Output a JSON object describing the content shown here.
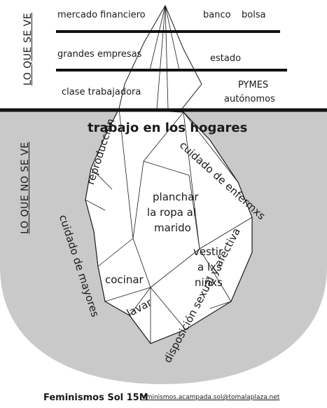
{
  "side_labels": {
    "visible": "LO QUE SE VE",
    "hidden": "LO QUE NO SE VE"
  },
  "above_water": {
    "row1_left": "mercado financiero",
    "row1_right_a": "banco",
    "row1_right_b": "bolsa",
    "row2_left": "grandes empresas",
    "row2_right": "estado",
    "row3_left": "clase trabajadora",
    "row3_right_a": "PYMES",
    "row3_right_b": "autónomos"
  },
  "below_water": {
    "title": "trabajo en los hogares",
    "reproduccion": "reproducción",
    "cuidado_enfermxs": "cuidado de enfermxs",
    "planchar_1": "planchar",
    "planchar_2": "la ropa al",
    "planchar_3": "marido",
    "cuidado_mayores": "cuidado de mayores",
    "vestir_1": "vestir",
    "vestir_2": "a lxs",
    "vestir_3": "niñxs",
    "cocinar": "cocinar",
    "lavar": "lavar",
    "disposicion": "disposición sexual y afectiva"
  },
  "footer": {
    "name": "Feminismos Sol 15M",
    "email": "feminismos.acampada.sol@tomalaplaza.net"
  },
  "colors": {
    "water": "#c9c9c9",
    "ice": "#ffffff",
    "ink": "#1a1a1a"
  }
}
